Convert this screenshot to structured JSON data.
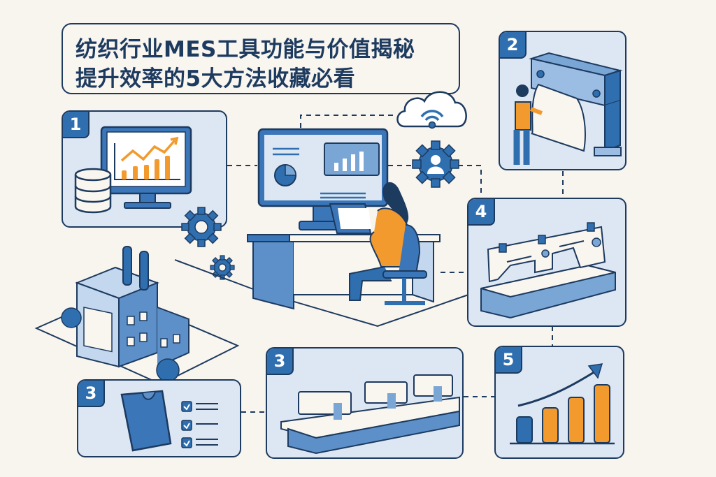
{
  "title": {
    "line1": "纺织行业MES工具功能与价值揭秘",
    "line2": "提升效率的5大方法收藏必看"
  },
  "panels": [
    {
      "id": "panel-1",
      "badge": "1",
      "content": "data-monitor-with-database",
      "icon": "monitor-chart-database"
    },
    {
      "id": "panel-2",
      "badge": "2",
      "content": "worker-operating-fabric-roll-machine",
      "icon": "fabric-roller-machine"
    },
    {
      "id": "panel-3a",
      "badge": "3",
      "content": "garment-quality-checklist",
      "icon": "shirt-checklist"
    },
    {
      "id": "panel-3b",
      "badge": "3",
      "content": "sewing-machine-production-line",
      "icon": "sewing-line"
    },
    {
      "id": "panel-4",
      "badge": "4",
      "content": "industrial-sewing-machine",
      "icon": "sewing-machine"
    },
    {
      "id": "panel-5",
      "badge": "5",
      "content": "growth-bar-chart",
      "icon": "growth-chart"
    }
  ],
  "center": {
    "scene": "worker-at-desk-with-mes-dashboard",
    "icons": [
      "cloud-wifi-icon",
      "user-gear-icon",
      "factory-icon",
      "gear-icon"
    ]
  },
  "colors": {
    "background": "#f8f4ee",
    "navy": "#1d3a5f",
    "blue": "#2f6fb0",
    "light_blue": "#dce7f3",
    "orange": "#f29a2e"
  }
}
